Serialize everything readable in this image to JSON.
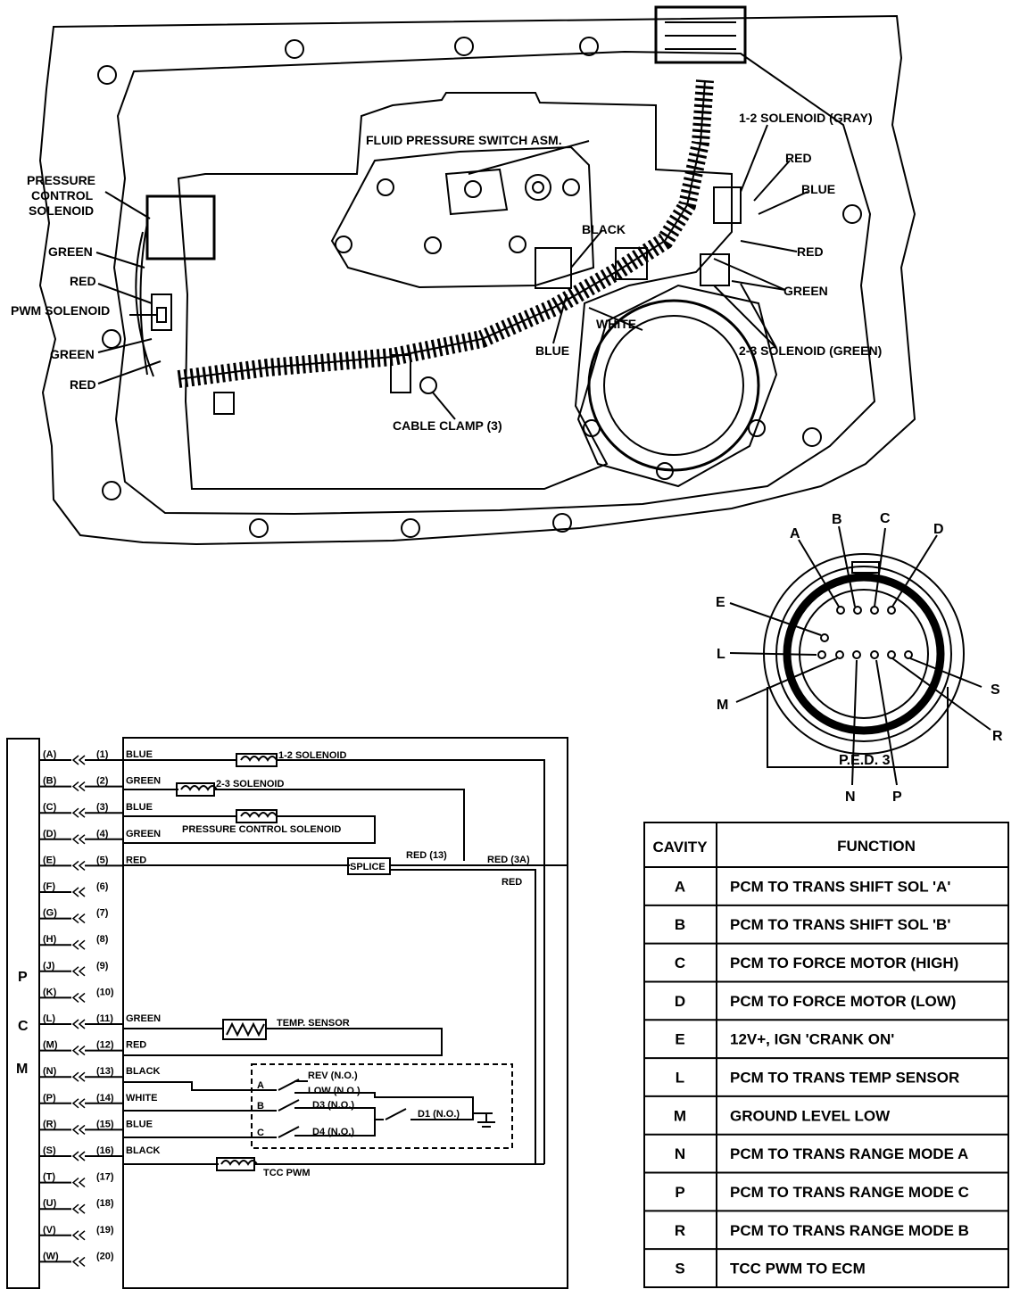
{
  "pan_diagram": {
    "labels": {
      "fluid_pressure_switch": "FLUID PRESSURE SWITCH ASM.",
      "solenoid_12": "1-2 SOLENOID (GRAY)",
      "pressure_control": [
        "PRESSURE",
        "CONTROL",
        "SOLENOID"
      ],
      "green1": "GREEN",
      "red1": "RED",
      "pwm_solenoid": "PWM SOLENOID",
      "green2": "GREEN",
      "red2": "RED",
      "black": "BLACK",
      "red_a": "RED",
      "blue_a": "BLUE",
      "red_b": "RED",
      "green_r": "GREEN",
      "white": "WHITE",
      "blue_b": "BLUE",
      "solenoid_23": "2-3 SOLENOID (GREEN)",
      "cable_clamp": "CABLE CLAMP (3)"
    }
  },
  "connector": {
    "pins": [
      "A",
      "B",
      "C",
      "D",
      "E",
      "L",
      "M",
      "N",
      "P",
      "R",
      "S"
    ],
    "name": "P.E.D. 3"
  },
  "schematic": {
    "pcm_letters": [
      "P",
      "C",
      "M"
    ],
    "rows": [
      {
        "cav": "(A)",
        "pin": "(1)",
        "wire": "BLUE"
      },
      {
        "cav": "(B)",
        "pin": "(2)",
        "wire": "GREEN"
      },
      {
        "cav": "(C)",
        "pin": "(3)",
        "wire": "BLUE"
      },
      {
        "cav": "(D)",
        "pin": "(4)",
        "wire": "GREEN"
      },
      {
        "cav": "(E)",
        "pin": "(5)",
        "wire": "RED"
      },
      {
        "cav": "(F)",
        "pin": "(6)",
        "wire": ""
      },
      {
        "cav": "(G)",
        "pin": "(7)",
        "wire": ""
      },
      {
        "cav": "(H)",
        "pin": "(8)",
        "wire": ""
      },
      {
        "cav": "(J)",
        "pin": "(9)",
        "wire": ""
      },
      {
        "cav": "(K)",
        "pin": "(10)",
        "wire": ""
      },
      {
        "cav": "(L)",
        "pin": "(11)",
        "wire": "GREEN"
      },
      {
        "cav": "(M)",
        "pin": "(12)",
        "wire": "RED"
      },
      {
        "cav": "(N)",
        "pin": "(13)",
        "wire": "BLACK"
      },
      {
        "cav": "(P)",
        "pin": "(14)",
        "wire": "WHITE"
      },
      {
        "cav": "(R)",
        "pin": "(15)",
        "wire": "BLUE"
      },
      {
        "cav": "(S)",
        "pin": "(16)",
        "wire": "BLACK"
      },
      {
        "cav": "(T)",
        "pin": "(17)",
        "wire": ""
      },
      {
        "cav": "(U)",
        "pin": "(18)",
        "wire": ""
      },
      {
        "cav": "(V)",
        "pin": "(19)",
        "wire": ""
      },
      {
        "cav": "(W)",
        "pin": "(20)",
        "wire": ""
      }
    ],
    "labels": {
      "sol12": "1-2 SOLENOID",
      "sol23": "2-3 SOLENOID",
      "pcs": "PRESSURE CONTROL SOLENOID",
      "splice": "SPLICE",
      "red13": "RED (13)",
      "red3a": "RED (3A)",
      "red": "RED",
      "temp": "TEMP. SENSOR",
      "rev": "REV (N.O.)",
      "low": "LOW (N.O.)",
      "d3": "D3 (N.O.)",
      "d1": "D1 (N.O.)",
      "d4": "D4 (N.O.)",
      "sw_a": "A",
      "sw_b": "B",
      "sw_c": "C",
      "tcc": "TCC PWM"
    }
  },
  "table": {
    "headers": [
      "CAVITY",
      "FUNCTION"
    ],
    "rows": [
      {
        "cavity": "A",
        "function": "PCM TO TRANS SHIFT SOL 'A'"
      },
      {
        "cavity": "B",
        "function": "PCM TO TRANS SHIFT SOL 'B'"
      },
      {
        "cavity": "C",
        "function": "PCM TO FORCE MOTOR (HIGH)"
      },
      {
        "cavity": "D",
        "function": "PCM TO FORCE MOTOR (LOW)"
      },
      {
        "cavity": "E",
        "function": "12V+, IGN 'CRANK ON'"
      },
      {
        "cavity": "L",
        "function": "PCM TO TRANS TEMP SENSOR"
      },
      {
        "cavity": "M",
        "function": "GROUND LEVEL LOW"
      },
      {
        "cavity": "N",
        "function": "PCM TO TRANS RANGE MODE A"
      },
      {
        "cavity": "P",
        "function": "PCM TO TRANS RANGE MODE C"
      },
      {
        "cavity": "R",
        "function": "PCM TO TRANS RANGE MODE B"
      },
      {
        "cavity": "S",
        "function": "TCC PWM TO ECM"
      }
    ]
  }
}
